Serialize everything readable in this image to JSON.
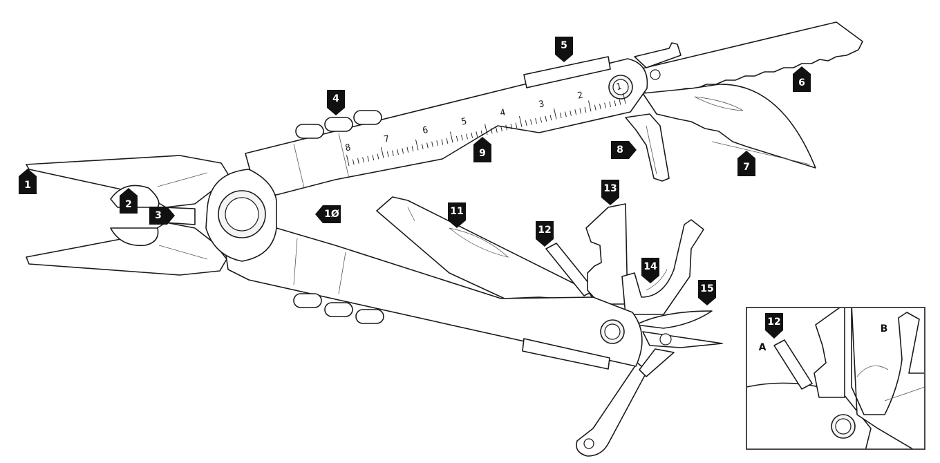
{
  "callouts": [
    "1",
    "2",
    "3",
    "4",
    "5",
    "6",
    "7",
    "8",
    "9",
    "1Ø",
    "11",
    "12",
    "13",
    "14",
    "15"
  ],
  "ruler_marks": [
    "1",
    "2",
    "3",
    "4",
    "5",
    "6",
    "7",
    "8"
  ],
  "inset": {
    "callout": "12",
    "label_a": "A",
    "label_b": "B"
  },
  "colors": {
    "ink": "#1a1a1a",
    "callout": "#111111",
    "paper": "#ffffff"
  }
}
